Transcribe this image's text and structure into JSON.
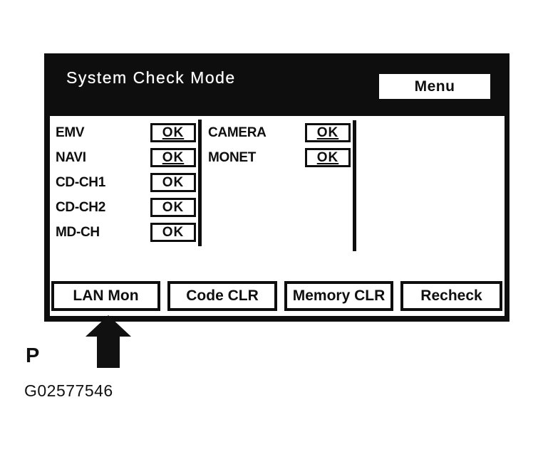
{
  "screen": {
    "title": "System Check Mode",
    "menu_button": "Menu",
    "status_columns": [
      {
        "items": [
          {
            "label": "EMV",
            "status": "OK",
            "underlined": true
          },
          {
            "label": "NAVI",
            "status": "OK",
            "underlined": true
          },
          {
            "label": "CD-CH1",
            "status": "OK",
            "underlined": false
          },
          {
            "label": "CD-CH2",
            "status": "OK",
            "underlined": false
          },
          {
            "label": "MD-CH",
            "status": "OK",
            "underlined": false
          }
        ]
      },
      {
        "items": [
          {
            "label": "CAMERA",
            "status": "OK",
            "underlined": true
          },
          {
            "label": "MONET",
            "status": "OK",
            "underlined": true
          }
        ]
      }
    ],
    "buttons": [
      "LAN Mon",
      "Code CLR",
      "Memory CLR",
      "Recheck"
    ]
  },
  "annotation": {
    "arrow_icon": "up-arrow",
    "arrow_points_to": "LAN Mon",
    "panel_label": "P",
    "figure_id": "G02577546"
  },
  "colors": {
    "screen_black": "#0e0e0e",
    "screen_white": "#ffffff",
    "page_background": "#ffffff"
  }
}
